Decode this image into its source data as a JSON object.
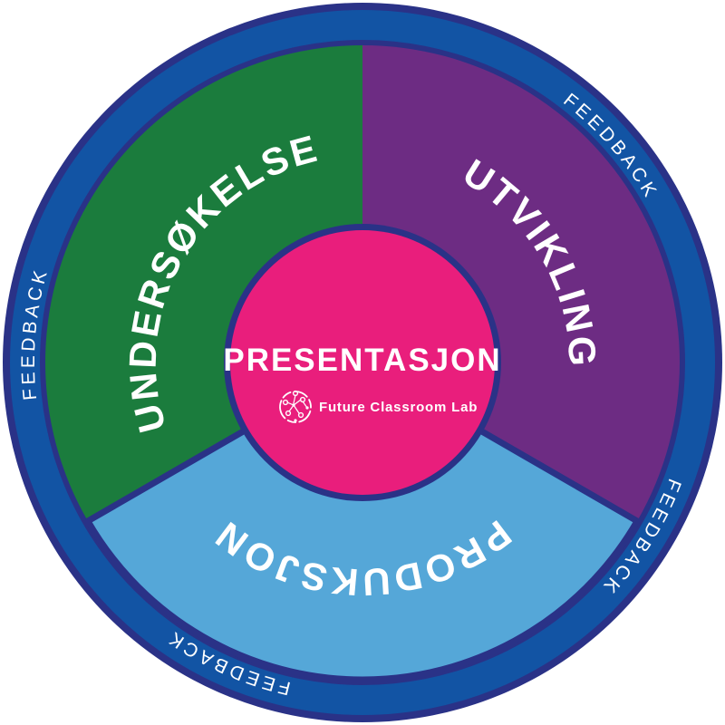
{
  "diagram": {
    "type": "circular-process-wheel",
    "center": {
      "title": "PRESENTASJON",
      "logo_icon": "network-globe-icon",
      "logo_text": "Future Classroom Lab"
    },
    "segments": [
      {
        "id": "undersokelse",
        "label": "UNDERSØKELSE",
        "color": "#1b7c3d"
      },
      {
        "id": "utvikling",
        "label": "UTVIKLING",
        "color": "#6d2c83"
      },
      {
        "id": "produksjon",
        "label": "PRODUKSJON",
        "color": "#55a7d8"
      }
    ],
    "ring": {
      "label": "FEEDBACK",
      "positions": [
        "top-right",
        "left",
        "bottom-left",
        "bottom-right"
      ],
      "color": "#1254a4",
      "border_color": "#2a3287"
    },
    "colors": {
      "center_pink": "#e91e7c",
      "text": "#ffffff",
      "background": "#ffffff"
    }
  }
}
